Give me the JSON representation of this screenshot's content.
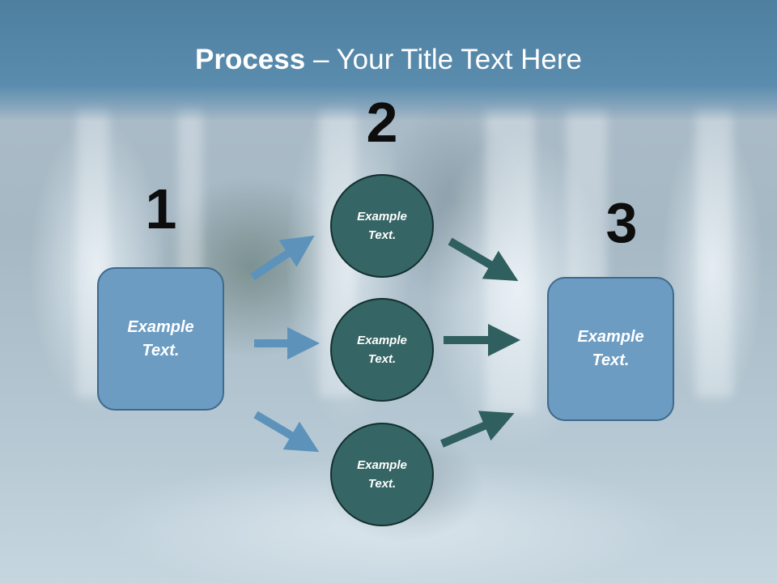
{
  "title": {
    "bold": "Process",
    "rest": " – Your Title Text Here"
  },
  "steps": [
    {
      "number": "1",
      "label": "Example\nText."
    },
    {
      "number": "2",
      "label": "Example\nText."
    },
    {
      "number": "3",
      "label": "Example\nText."
    }
  ],
  "circles": [
    {
      "label": "Example\nText."
    },
    {
      "label": "Example\nText."
    },
    {
      "label": "Example\nText."
    }
  ],
  "colors": {
    "title_band": "#5a8cae",
    "box_fill": "#6c9cc2",
    "circle_fill": "#356564",
    "arrow_light": "#5d93bb",
    "arrow_dark": "#2f5f5e"
  }
}
